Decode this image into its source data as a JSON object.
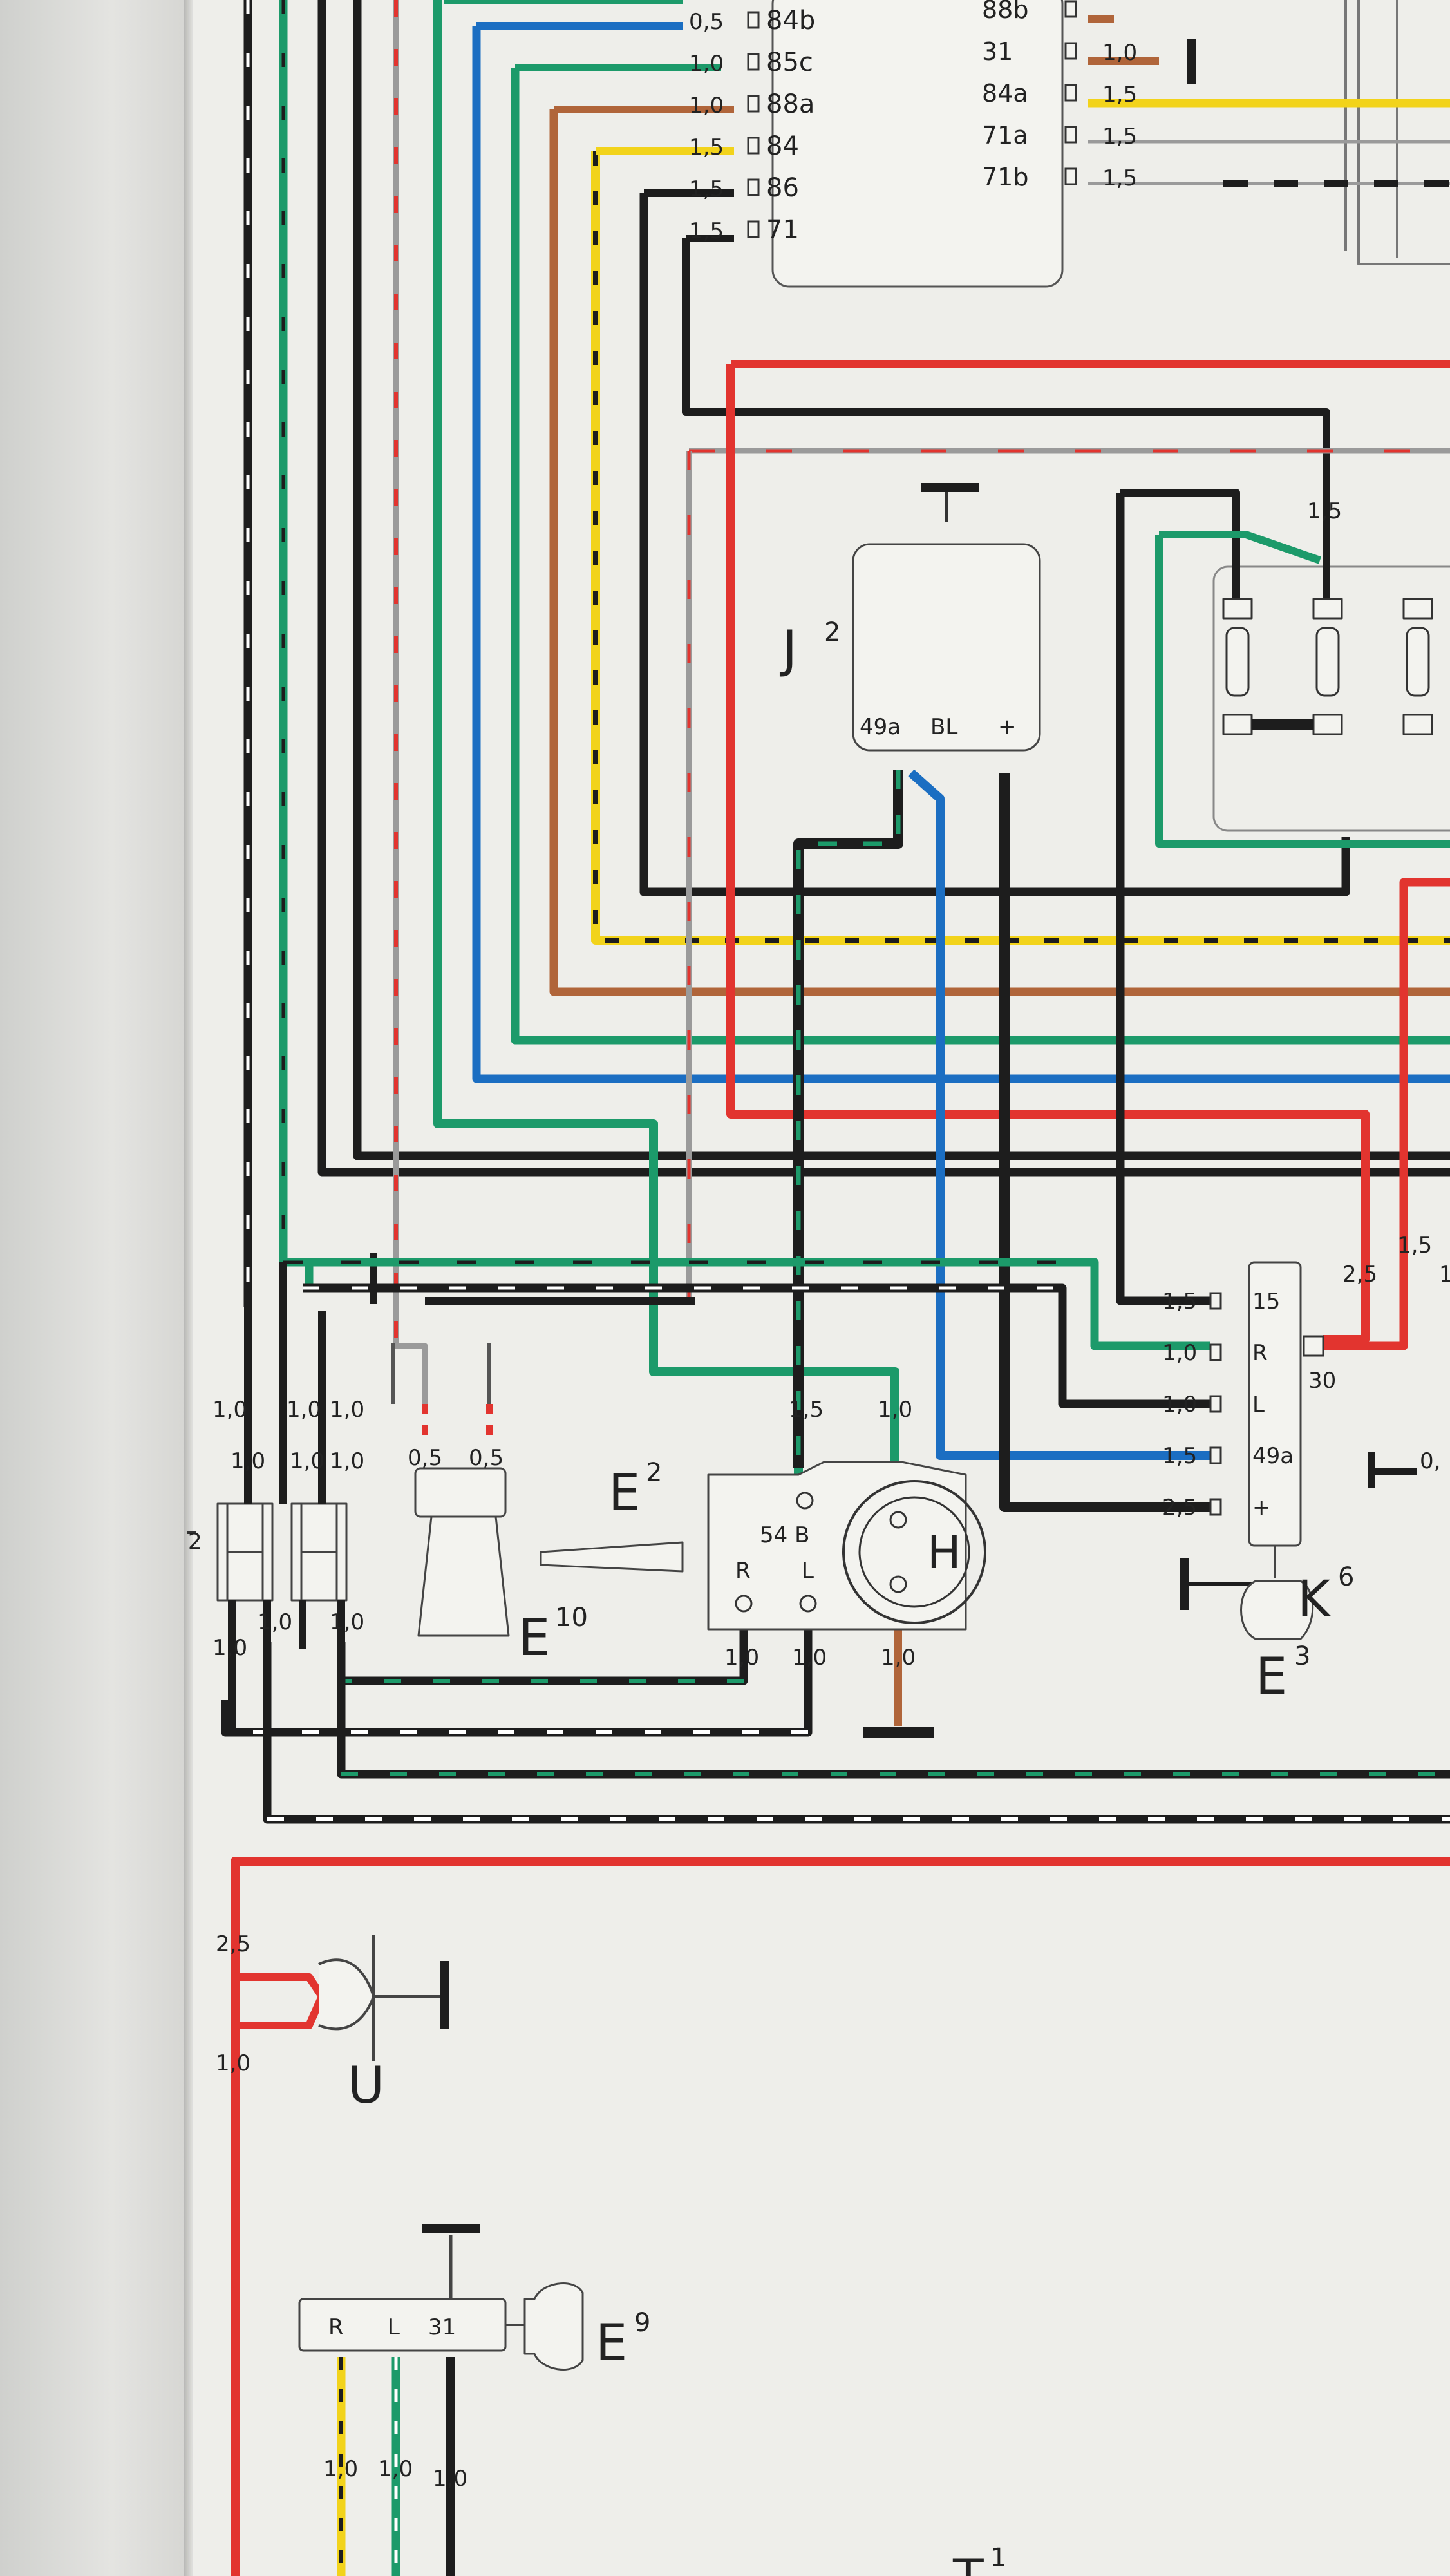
{
  "relay_J2": {
    "name": "J",
    "sub": "2",
    "pins": [
      "49a",
      "BL",
      "+"
    ]
  },
  "switch_E2": {
    "name": "E",
    "sub": "2",
    "pins": [
      "54 B",
      "H",
      "R",
      "L"
    ]
  },
  "switch_E3": {
    "name": "E",
    "sub": "3"
  },
  "relay_K6": {
    "name": "K",
    "sub": "6",
    "pins": [
      "15",
      "R",
      "L",
      "49a",
      "+",
      "30"
    ]
  },
  "switch_E10": {
    "name": "E",
    "sub": "10"
  },
  "horn_U": {
    "name": "U"
  },
  "switch_E9": {
    "name": "E",
    "sub": "9",
    "pins": [
      "R",
      "L",
      "31"
    ]
  },
  "part_T1": {
    "name": "T",
    "sub": "1"
  },
  "left_marker": "2",
  "top_terminals_left": [
    {
      "gauge": "0,5",
      "term": "84b"
    },
    {
      "gauge": "1,0",
      "term": "85c"
    },
    {
      "gauge": "1,0",
      "term": "88a"
    },
    {
      "gauge": "1,5",
      "term": "84"
    },
    {
      "gauge": "1,5",
      "term": "86"
    },
    {
      "gauge": "1,5",
      "term": "71"
    }
  ],
  "top_terminals_right": [
    {
      "term": "88b",
      "gauge": ""
    },
    {
      "term": "31",
      "gauge": "1,0"
    },
    {
      "term": "84a",
      "gauge": "1,5"
    },
    {
      "term": "71a",
      "gauge": "1,5"
    },
    {
      "term": "71b",
      "gauge": "1,5"
    }
  ],
  "k6_gauges": [
    "1,5",
    "1,0",
    "1,0",
    "1,5",
    "2,5"
  ],
  "gauges": {
    "fuse_top": "1,5",
    "e2_54b": "1,5",
    "e2_h_top": "1,0",
    "e2_r": "1,0",
    "e2_l": "1,0",
    "e2_h_bottom": "1,0",
    "e10_left": "0,5",
    "e10_right": "0,5",
    "conn_top": [
      "1,0",
      "1,0",
      "1,0"
    ],
    "conn_mid": [
      "1,0",
      "1,0",
      "1,0"
    ],
    "conn_bottom": [
      "1,0",
      "1,0",
      "1,0"
    ],
    "k6_30_a": "2,5",
    "k6_30_b": "1,5",
    "k6_30_c": "1",
    "e3_right": "0,",
    "u_top": "2,5",
    "u_bottom": "1,0",
    "e9": [
      "1,0",
      "1,0",
      "1,0"
    ]
  },
  "wire_colors": {
    "red": "#e2342f",
    "blue": "#1b6ec2",
    "green": "#1c9a6a",
    "brown": "#b0653a",
    "yellow": "#f2d31b",
    "black": "#1d1d1d",
    "grey": "#9a9a9a",
    "white": "#ffffff"
  }
}
